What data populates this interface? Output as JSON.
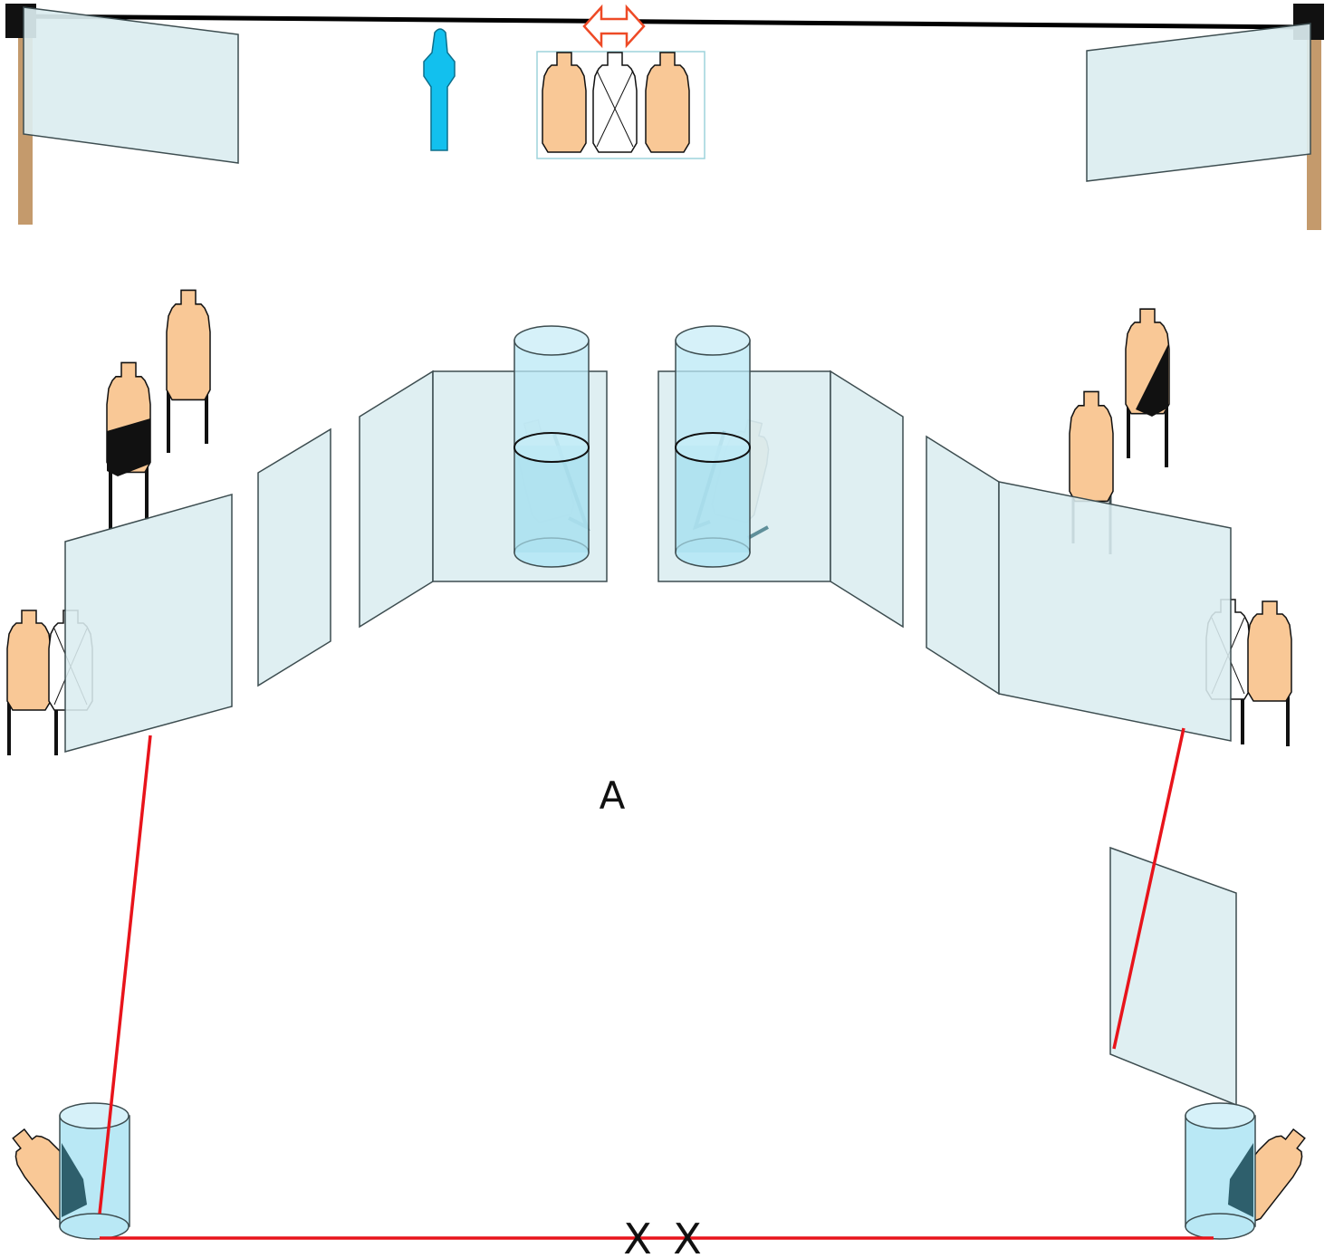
{
  "diagram": {
    "labels": {
      "area_label": "A",
      "start_mark_left": "X",
      "start_mark_right": "X"
    },
    "colors": {
      "wall_fill": "#dbedf0",
      "wall_stroke": "#3d4d50",
      "target_fill": "#f9c896",
      "nonthreat_fill": "#ffffff",
      "hardcover_fill": "#111111",
      "barrel_fill": "#b9e8f5",
      "barrel_top_fill": "#d6f1f9",
      "fault_line": "#e8141b",
      "mover_fill": "#12c0ee",
      "mover_arrow": "#ee4a26",
      "post_fill": "#c49a6c",
      "stand_leg": "#111111"
    },
    "icons": {
      "mover": "swinger-popper-icon",
      "motion": "double-arrow-icon",
      "target": "ipsc-paper-target-icon",
      "no_shoot": "no-shoot-target-icon",
      "barrel": "barrel-icon",
      "wall": "wall-panel-icon"
    }
  }
}
